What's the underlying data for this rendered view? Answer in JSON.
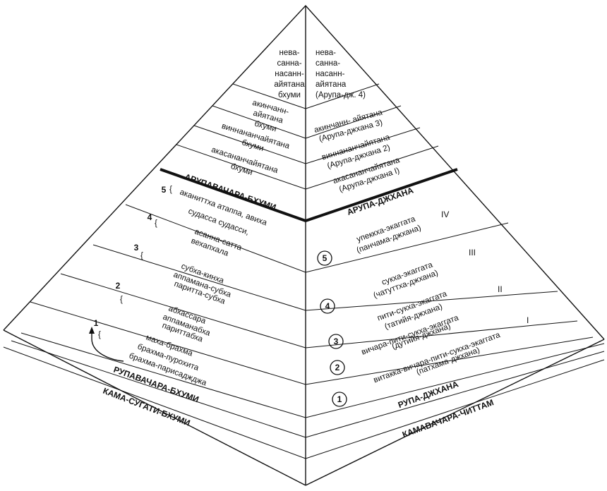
{
  "left_face": {
    "top_lines": [
      "нева-",
      "санна-",
      "насанн-",
      "айятана",
      "бхуми"
    ],
    "bands": [
      {
        "lines": [
          "акинчанн-",
          "айятана",
          "бхуми"
        ]
      },
      {
        "lines": [
          "виннананчайятана",
          "бхуми"
        ]
      },
      {
        "lines": [
          "акасананчайятана",
          "бхуми"
        ]
      }
    ],
    "arupa_title": "АРУПАВАЧАРА-БХУМИ",
    "rupa_groups": [
      {
        "num": "5",
        "lines": [
          "аканиттха атаппа, авиха"
        ]
      },
      {
        "num": "4",
        "lines": [
          "судасса  судасси,"
        ]
      },
      {
        "num": "",
        "lines": [
          "асанна-сатта",
          "вехапхала"
        ]
      },
      {
        "num": "3",
        "lines": [
          "субха-кинха",
          "аппамана-субха",
          "паритта-субха"
        ]
      },
      {
        "num": "2",
        "lines": [
          "абхассара",
          "аппаманабха",
          "париттабха"
        ]
      },
      {
        "num": "1",
        "lines": [
          "маха-брахма",
          "брахма-пурохита",
          "брахма-парисаджджа"
        ]
      }
    ],
    "rupa_title": "РУПАВАЧАРА-БХУМИ",
    "kama_title": "КАМА-СУГАТИ-БХУМИ"
  },
  "right_face": {
    "top_lines": [
      "нева-",
      "санна-",
      "насанн-",
      "айятана",
      "(Арупа-дж. 4)"
    ],
    "bands": [
      {
        "lines": [
          "акинчанн- айятана",
          "(Арупа-джхана 3)"
        ]
      },
      {
        "lines": [
          "виннананчайятана",
          "(Арупа-джхана 2)"
        ]
      },
      {
        "lines": [
          "акасананчайятана",
          "(Арупа-джхана I)"
        ]
      }
    ],
    "arupa_title": "АРУПА-ДЖХАНА",
    "jhanas": [
      {
        "circle": "5",
        "roman": "IV",
        "lines": [
          "упеккха-экаггата",
          "(панчама-джхана)"
        ]
      },
      {
        "circle": "4",
        "roman": "III",
        "lines": [
          "сукха-экаггата",
          "(чатуттха-джхана)"
        ]
      },
      {
        "circle": "3",
        "roman": "II",
        "lines": [
          "пити-сукха-экаггата",
          "(татийя-джхана)"
        ]
      },
      {
        "circle": "2",
        "roman": "I",
        "lines": [
          "вичара-пити-сукха-экаггата",
          "(дутийя-джхана)"
        ]
      },
      {
        "circle": "1",
        "roman": "",
        "lines": [
          "витакка-вичара-пити-сукха-экаггата",
          "(патхама-джхана)"
        ]
      }
    ],
    "rupa_title": "РУПА-ДЖХАНА",
    "kama_title": "КАМАВАЧАРА-ЧИТТАМ"
  }
}
